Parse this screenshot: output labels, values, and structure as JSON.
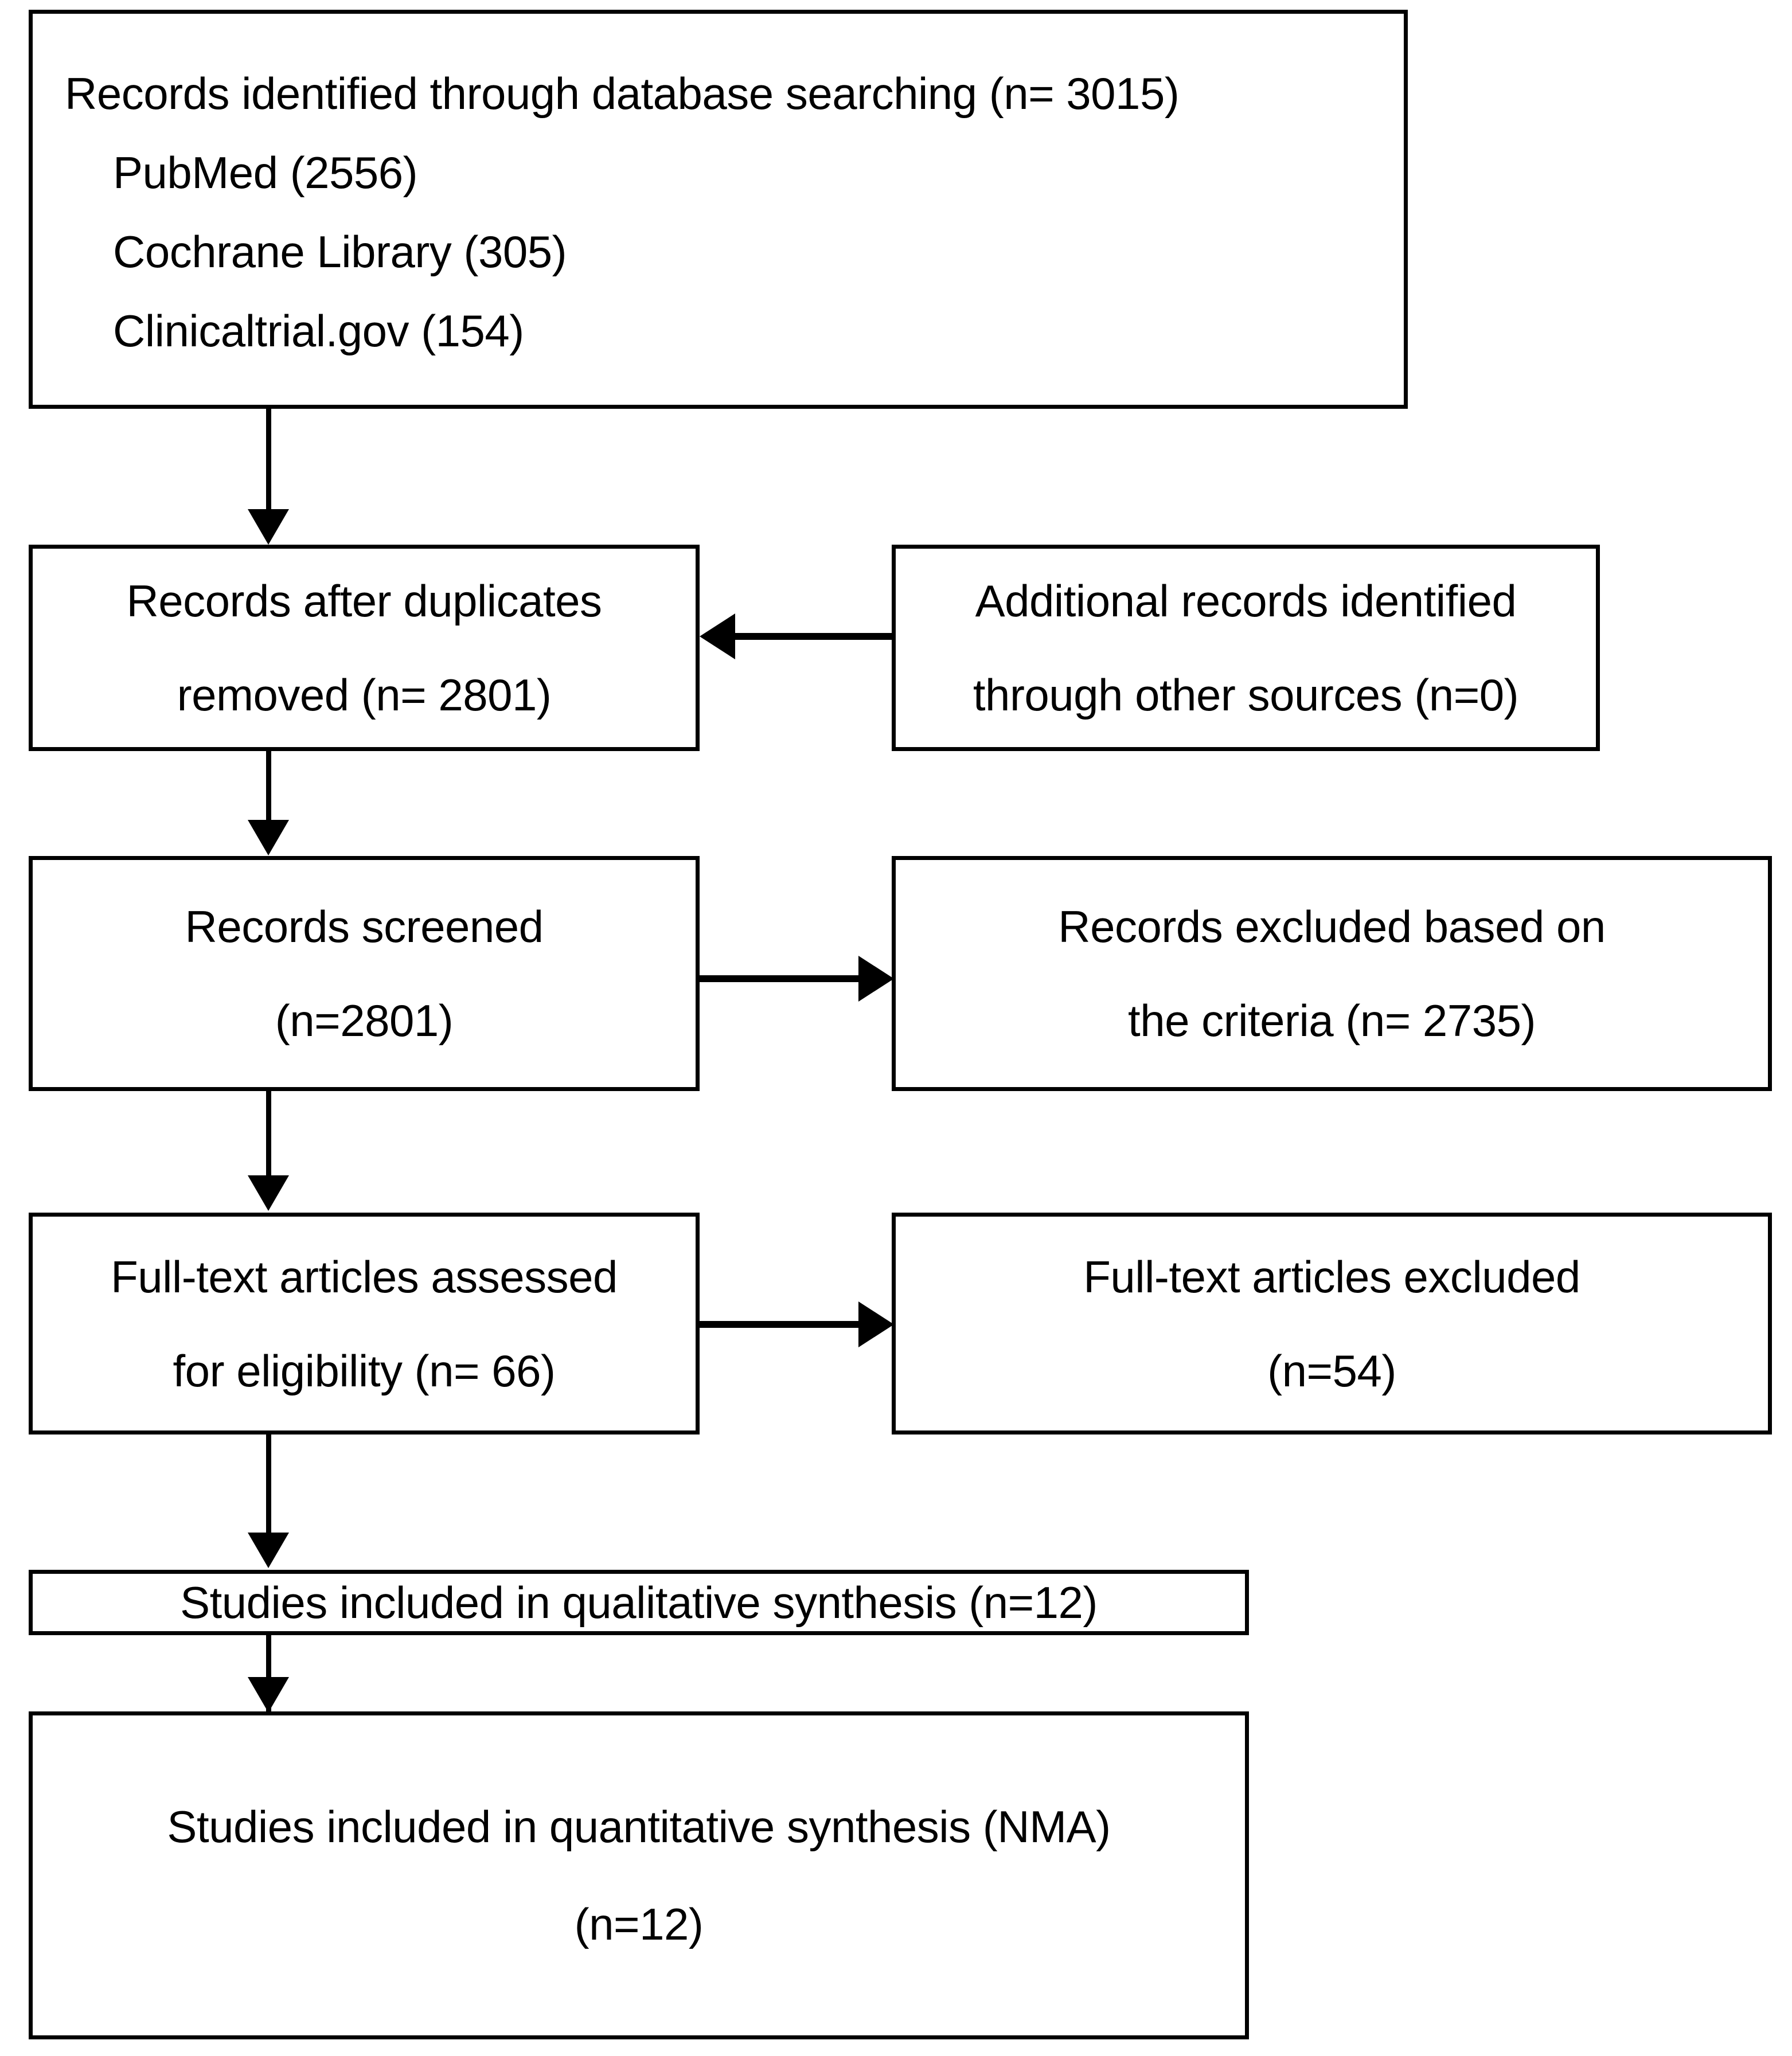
{
  "diagram": {
    "type": "prisma-flow-diagram",
    "title": "PRISMA study selection flow diagram",
    "line_color": "#000000",
    "box_fill": "#ffffff",
    "text_color": "#000000"
  },
  "nodes": {
    "identification": {
      "name": "records-identified-box",
      "lines": [
        "Records identified through database searching (n= 3015)",
        "PubMed (2556)",
        "Cochrane Library (305)",
        "Clinicaltrial.gov (154)"
      ],
      "total": 3015,
      "sources": [
        {
          "label": "PubMed",
          "count": 2556
        },
        {
          "label": "Cochrane Library",
          "count": 305
        },
        {
          "label": "Clinicaltrial.gov",
          "count": 154
        }
      ]
    },
    "additional_records": {
      "name": "additional-records-box",
      "lines": [
        "Additional records identified",
        "through other sources (n=0)"
      ],
      "count": 0
    },
    "duplicates_removed": {
      "name": "records-after-duplicates-box",
      "lines": [
        "Records after duplicates",
        "removed (n= 2801)"
      ],
      "count": 2801
    },
    "screened": {
      "name": "records-screened-box",
      "lines": [
        "Records screened",
        "(n=2801)"
      ],
      "count": 2801
    },
    "records_excluded": {
      "name": "records-excluded-box",
      "lines": [
        "Records excluded based on",
        "the criteria (n= 2735)"
      ],
      "count": 2735
    },
    "fulltext_assessed": {
      "name": "full-text-assessed-box",
      "lines": [
        "Full-text articles assessed",
        "for eligibility (n= 66)"
      ],
      "count": 66
    },
    "fulltext_excluded": {
      "name": "full-text-excluded-box",
      "lines": [
        "Full-text articles excluded",
        "(n=54)"
      ],
      "count": 54
    },
    "qualitative": {
      "name": "qualitative-synthesis-box",
      "lines": [
        "Studies included in qualitative synthesis (n=12)"
      ],
      "count": 12
    },
    "quantitative": {
      "name": "quantitative-synthesis-box",
      "lines": [
        "Studies included in quantitative synthesis (NMA)",
        "(n=12)"
      ],
      "count": 12
    }
  },
  "edges": [
    {
      "from": "identification",
      "to": "duplicates_removed",
      "direction": "down"
    },
    {
      "from": "additional_records",
      "to": "duplicates_removed",
      "direction": "left"
    },
    {
      "from": "duplicates_removed",
      "to": "screened",
      "direction": "down"
    },
    {
      "from": "screened",
      "to": "records_excluded",
      "direction": "right"
    },
    {
      "from": "screened",
      "to": "fulltext_assessed",
      "direction": "down"
    },
    {
      "from": "fulltext_assessed",
      "to": "fulltext_excluded",
      "direction": "right"
    },
    {
      "from": "fulltext_assessed",
      "to": "qualitative",
      "direction": "down"
    },
    {
      "from": "qualitative",
      "to": "quantitative",
      "direction": "down"
    }
  ]
}
